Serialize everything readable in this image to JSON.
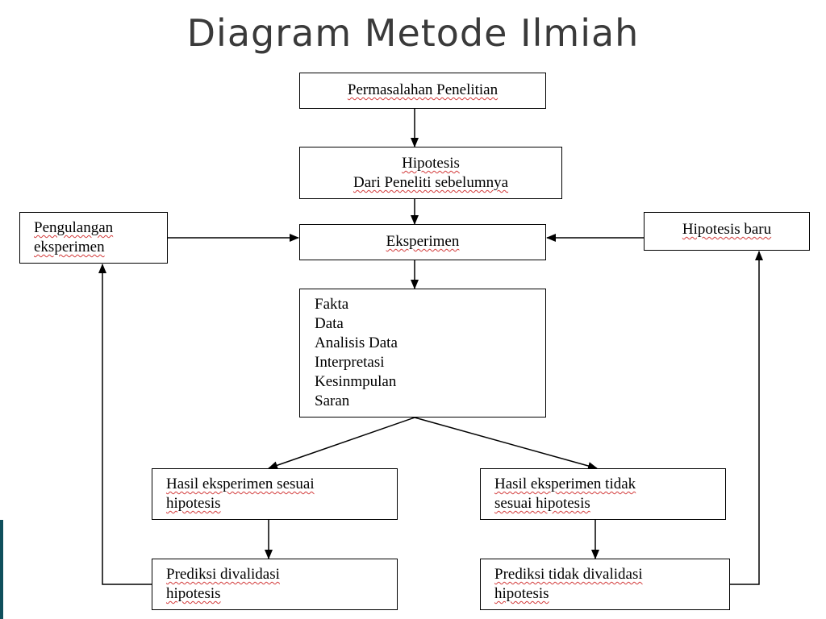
{
  "title": "Diagram Metode Ilmiah",
  "nodes": {
    "permasalahan": {
      "lines": [
        "Permasalahan Penelitian"
      ]
    },
    "hipotesis": {
      "lines": [
        "Hipotesis",
        "Dari Peneliti sebelumnya"
      ]
    },
    "eksperimen": {
      "lines": [
        "Eksperimen"
      ]
    },
    "pengulangan": {
      "lines": [
        "Pengulangan",
        "eksperimen"
      ]
    },
    "hipotesis_baru": {
      "lines": [
        "Hipotesis baru"
      ]
    },
    "fakta": {
      "lines": [
        "Fakta",
        "Data",
        "Analisis Data",
        "Interpretasi",
        "Kesinmpulan",
        "Saran"
      ]
    },
    "hasil_sesuai": {
      "lines": [
        "Hasil eksperimen sesuai",
        "hipotesis"
      ]
    },
    "hasil_tidak": {
      "lines": [
        "Hasil eksperimen tidak",
        "sesuai hipotesis"
      ]
    },
    "prediksi_valid": {
      "lines": [
        "Prediksi divalidasi",
        "hipotesis"
      ]
    },
    "prediksi_tidak": {
      "lines": [
        "Prediksi tidak divalidasi",
        "hipotesis"
      ]
    }
  },
  "colors": {
    "title": "#3a3a3a",
    "accent_bar": "#0f4f5c",
    "spellcheck": "#d23a3a"
  }
}
